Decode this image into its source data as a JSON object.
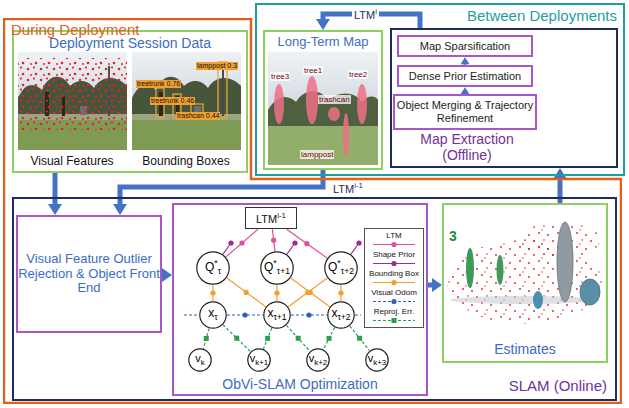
{
  "diagram": {
    "nodes": [
      {
        "text": [
          "During Deployment"
        ]
      },
      {
        "text": [
          "Deployment Session Data",
          "Visual Features",
          "Bounding Boxes"
        ],
        "in": 0
      },
      {
        "text": [
          "SLAM (Online)"
        ],
        "in": 0
      },
      {
        "text": [
          "Visual Feature Outlier Rejection & Object Front End"
        ],
        "in": 2
      },
      {
        "text": [
          "ObVi-SLAM Optimization"
        ],
        "in": 2
      },
      {
        "text": [
          "Estimates"
        ],
        "in": 2
      },
      {
        "text": [
          "Between Deployments"
        ]
      },
      {
        "text": [
          "Long-Term Map"
        ],
        "in": 6
      },
      {
        "text": [
          "Map Extraction (Offline)"
        ],
        "in": 6
      },
      {
        "text": [
          "Map Sparsification"
        ],
        "in": 8
      },
      {
        "text": [
          "Dense Prior Estimation"
        ],
        "in": 8
      },
      {
        "text": [
          "Object Merging & Trajectory Refinement"
        ],
        "in": 8
      },
      {
        "text": [
          "LTMi-1"
        ],
        "in": 4
      },
      {
        "text": [
          "Q*τ"
        ],
        "in": 4
      },
      {
        "text": [
          "Q*τ+1"
        ],
        "in": 4
      },
      {
        "text": [
          "Q*τ+2"
        ],
        "in": 4
      },
      {
        "text": [
          "xτ"
        ],
        "in": 4
      },
      {
        "text": [
          "xτ+1"
        ],
        "in": 4
      },
      {
        "text": [
          "xτ+2"
        ],
        "in": 4
      },
      {
        "text": [
          "vk"
        ],
        "in": 4
      },
      {
        "text": [
          "vk+1"
        ],
        "in": 4
      },
      {
        "text": [
          "vk+2"
        ],
        "in": 4
      },
      {
        "text": [
          "vk+3"
        ],
        "in": 4
      }
    ],
    "edges": [
      {
        "from": 1,
        "to": 3,
        "arrow": "to"
      },
      {
        "from": 7,
        "to": 3,
        "label": "LTMi-1",
        "arrow": "to"
      },
      {
        "from": 3,
        "to": 4,
        "arrow": "to"
      },
      {
        "from": 4,
        "to": 5,
        "arrow": "to"
      },
      {
        "from": 5,
        "to": 8,
        "arrow": "to"
      },
      {
        "from": 8,
        "to": 7,
        "label": "LTMi",
        "arrow": "to"
      },
      {
        "from": 11,
        "to": 10,
        "arrow": "to"
      },
      {
        "from": 10,
        "to": 9,
        "arrow": "to"
      },
      {
        "from": 12,
        "to": 13,
        "arrow": "none"
      },
      {
        "from": 12,
        "to": 14,
        "arrow": "none"
      },
      {
        "from": 12,
        "to": 15,
        "arrow": "none"
      },
      {
        "from": 13,
        "to": 16,
        "arrow": "none"
      },
      {
        "from": 13,
        "to": 17,
        "arrow": "none"
      },
      {
        "from": 14,
        "to": 17,
        "arrow": "none"
      },
      {
        "from": 14,
        "to": 18,
        "arrow": "none"
      },
      {
        "from": 15,
        "to": 17,
        "arrow": "none"
      },
      {
        "from": 15,
        "to": 18,
        "arrow": "none"
      },
      {
        "from": 16,
        "to": 17,
        "arrow": "none"
      },
      {
        "from": 17,
        "to": 18,
        "arrow": "none"
      },
      {
        "from": 16,
        "to": 19,
        "arrow": "none"
      },
      {
        "from": 16,
        "to": 20,
        "arrow": "none"
      },
      {
        "from": 17,
        "to": 20,
        "arrow": "none"
      },
      {
        "from": 17,
        "to": 21,
        "arrow": "none"
      },
      {
        "from": 18,
        "to": 21,
        "arrow": "none"
      },
      {
        "from": 18,
        "to": 22,
        "arrow": "none"
      }
    ],
    "labels": [
      "treetrunk 0.76",
      "treetrunk 0.46",
      "trashcan 0.44",
      "lamppost 0.3",
      "tree3",
      "tree1",
      "trashcan",
      "tree2",
      "lamppost",
      "3"
    ],
    "legend": [
      {
        "text": "LTM"
      },
      {
        "text": "Shape Prior"
      },
      {
        "text": "Bounding Box"
      },
      {
        "text": "Visual Odom"
      },
      {
        "text": "Reproj. Err."
      }
    ]
  }
}
